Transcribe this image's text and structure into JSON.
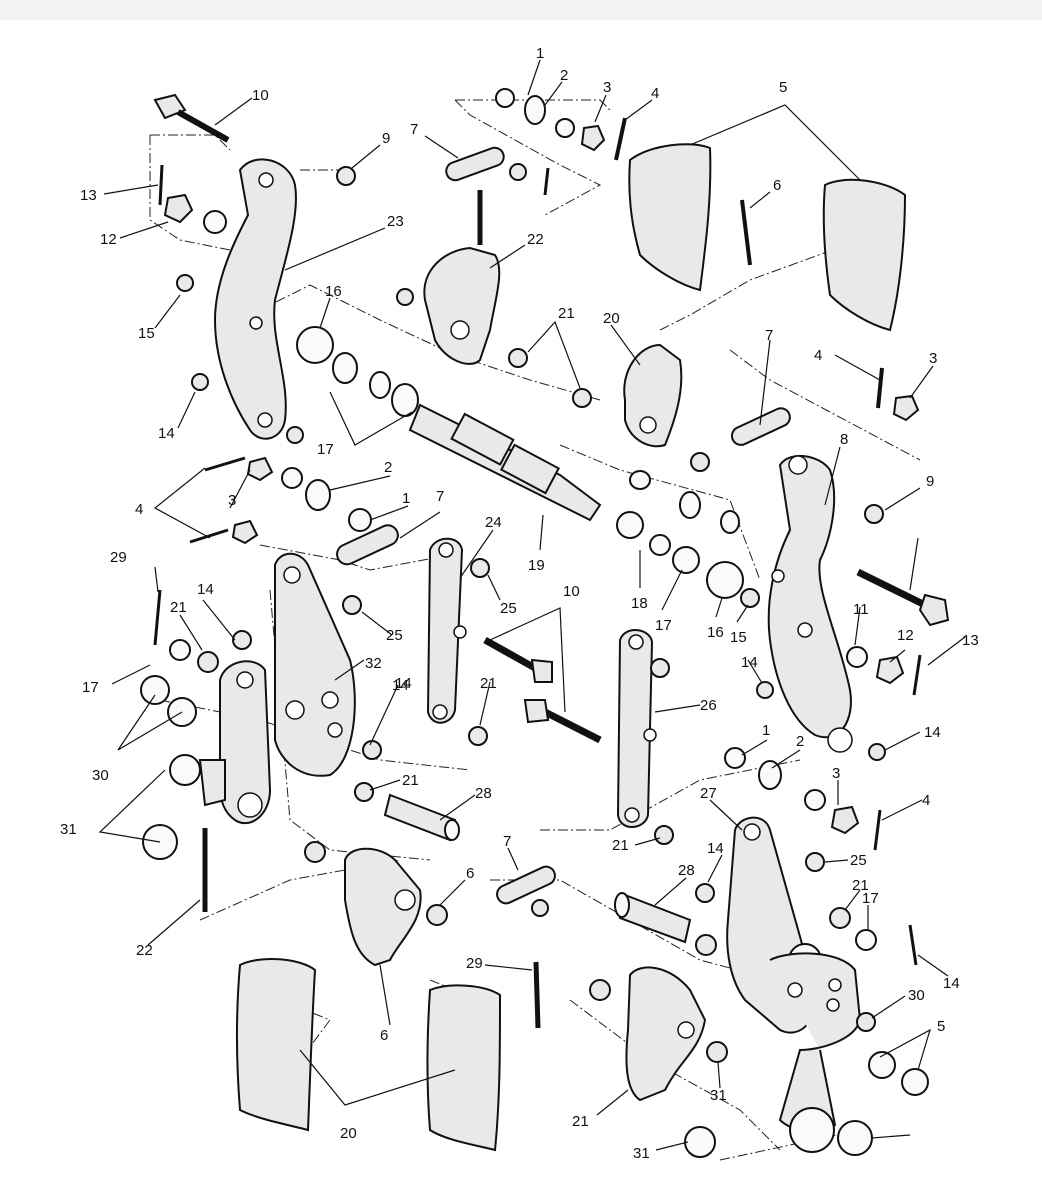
{
  "figure": {
    "labels": [
      "1",
      "2",
      "3",
      "4",
      "5",
      "10",
      "9",
      "7",
      "13",
      "12",
      "23",
      "6",
      "22",
      "16",
      "15",
      "21",
      "20",
      "14",
      "7",
      "4",
      "3",
      "17",
      "8",
      "9",
      "4",
      "3",
      "2",
      "1",
      "7",
      "24",
      "10",
      "29",
      "14",
      "21",
      "25",
      "19",
      "18",
      "17",
      "16",
      "15",
      "11",
      "12",
      "13",
      "17",
      "32",
      "14",
      "25",
      "21",
      "26",
      "14",
      "14",
      "30",
      "31",
      "14",
      "21",
      "28",
      "1",
      "2",
      "3",
      "27",
      "4",
      "7",
      "21",
      "25",
      "28",
      "14",
      "21",
      "17",
      "6",
      "22",
      "6",
      "29",
      "14",
      "30",
      "5",
      "20",
      "21",
      "31",
      "31"
    ]
  }
}
